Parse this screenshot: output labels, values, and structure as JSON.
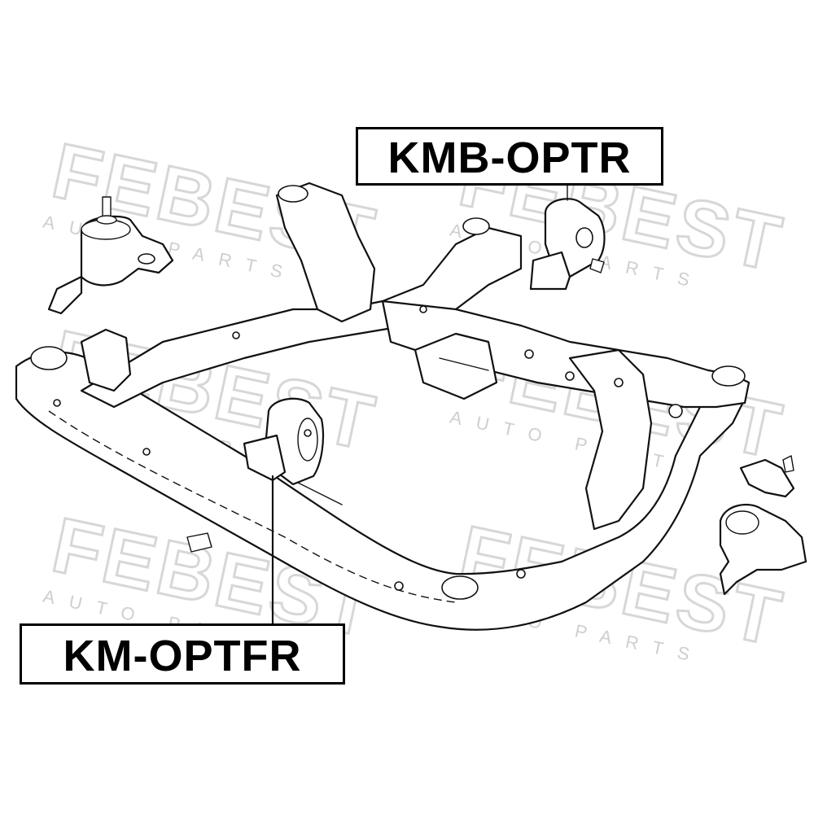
{
  "watermark": {
    "brand": "FEBEST",
    "sub": "AUTO PARTS"
  },
  "labels": {
    "upper": "KMB-OPTR",
    "lower": "KM-OPTFR"
  },
  "colors": {
    "line": "#111111",
    "watermark": "#d7d7d7",
    "label_border": "#000000",
    "background": "#ffffff"
  }
}
